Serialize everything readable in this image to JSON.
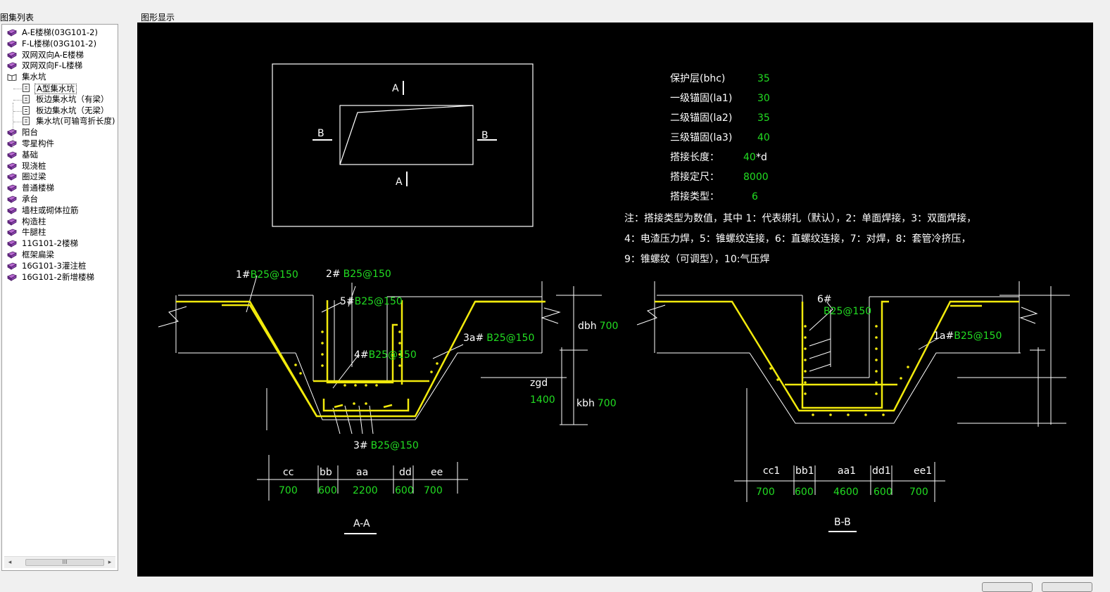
{
  "panels": {
    "tree_title": "图集列表",
    "graphic_title": "图形显示"
  },
  "tree": [
    {
      "type": "book",
      "label": "A-E楼梯(03G101-2)"
    },
    {
      "type": "book",
      "label": "F-L楼梯(03G101-2)"
    },
    {
      "type": "book",
      "label": "双网双向A-E楼梯"
    },
    {
      "type": "book",
      "label": "双网双向F-L楼梯"
    },
    {
      "type": "book-open",
      "label": "集水坑"
    },
    {
      "type": "doc",
      "label": "A型集水坑",
      "selected": true
    },
    {
      "type": "doc",
      "label": "板边集水坑（有梁）"
    },
    {
      "type": "doc",
      "label": "板边集水坑（无梁）"
    },
    {
      "type": "doc",
      "label": "集水坑(可输弯折长度)"
    },
    {
      "type": "book",
      "label": "阳台"
    },
    {
      "type": "book",
      "label": "零星构件"
    },
    {
      "type": "book",
      "label": "基础"
    },
    {
      "type": "book",
      "label": "现浇桩"
    },
    {
      "type": "book",
      "label": "圈过梁"
    },
    {
      "type": "book",
      "label": "普通楼梯"
    },
    {
      "type": "book",
      "label": "承台"
    },
    {
      "type": "book",
      "label": "墙柱或砌体拉筋"
    },
    {
      "type": "book",
      "label": "构造柱"
    },
    {
      "type": "book",
      "label": "牛腿柱"
    },
    {
      "type": "book",
      "label": "11G101-2楼梯"
    },
    {
      "type": "book",
      "label": "框架扁梁"
    },
    {
      "type": "book",
      "label": "16G101-3灌注桩"
    },
    {
      "type": "book",
      "label": "16G101-2新增楼梯"
    }
  ],
  "scrollbar": {
    "left_arrow": "◂",
    "right_arrow": "▸",
    "thumb_grip": "III"
  },
  "params": [
    {
      "label": "保护层(bhc)",
      "value": "35"
    },
    {
      "label": "一级锚固(la1)",
      "value": "30"
    },
    {
      "label": "二级锚固(la2)",
      "value": "35"
    },
    {
      "label": "三级锚固(la3)",
      "value": "40"
    },
    {
      "label": "搭接长度：",
      "value": "40",
      "suffix": "*d"
    },
    {
      "label": "搭接定尺：",
      "value": "8000"
    },
    {
      "label": "搭接类型：",
      "value": "6"
    }
  ],
  "note_lines": [
    "注：搭接类型为数值，其中 1：代表绑扎（默认），2：单面焊接，3：双面焊接，",
    "4：电渣压力焊，5：锥螺纹连接，6：直螺纹连接，7：对焊，8：套管冷挤压，",
    "9：锥螺纹（可调型），10:气压焊"
  ],
  "plan": {
    "mark_a_top": "A",
    "mark_a_bottom": "A",
    "mark_b_left": "B",
    "mark_b_right": "B"
  },
  "section_aa": {
    "title": "A-A",
    "bar1_num": "1#",
    "bar1_spec": "B25@150",
    "bar2_num": "2#",
    "bar2_spec": "B25@150",
    "bar5_num": "5#",
    "bar5_spec": "B25@150",
    "bar4_num": "4#",
    "bar4_spec": "B25@150",
    "bar3a_num": "3a#",
    "bar3a_spec": "B25@150",
    "bar3_num": "3#",
    "bar3_spec": "B25@150",
    "dbh_label": "dbh",
    "dbh_value": "700",
    "zgd_label": "zgd",
    "zgd_value": "1400",
    "kbh_label": "kbh",
    "kbh_value": "700",
    "dims": [
      {
        "label": "cc",
        "value": "700"
      },
      {
        "label": "bb",
        "value": "600"
      },
      {
        "label": "aa",
        "value": "2200"
      },
      {
        "label": "dd",
        "value": "600"
      },
      {
        "label": "ee",
        "value": "700"
      }
    ]
  },
  "section_bb": {
    "title": "B-B",
    "bar6_num": "6#",
    "bar6_spec": "B25@150",
    "bar1a_num": "1a#",
    "bar1a_spec": "B25@150",
    "dims": [
      {
        "label": "cc1",
        "value": "700"
      },
      {
        "label": "bb1",
        "value": "600"
      },
      {
        "label": "aa1",
        "value": "4600"
      },
      {
        "label": "dd1",
        "value": "600"
      },
      {
        "label": "ee1",
        "value": "700"
      }
    ]
  },
  "colors": {
    "text": "#ffffff",
    "value": "#22dd22",
    "rebar": "#f2ea0c",
    "line": "#ffffff",
    "canvas": "#000000"
  }
}
